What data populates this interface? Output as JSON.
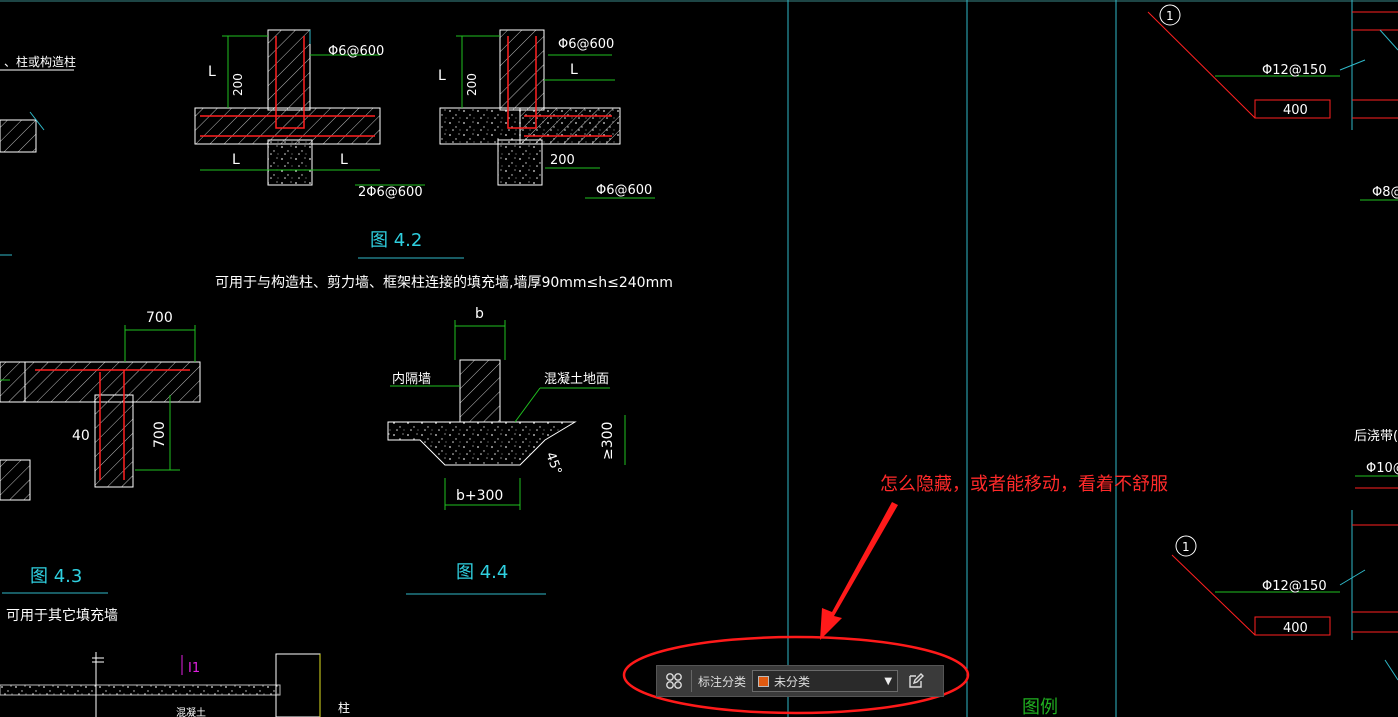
{
  "drawing": {
    "fig42": {
      "title": "图 4.2",
      "caption": "可用于与构造柱、剪力墙、框架柱连接的填充墙,墙厚90mm≤h≤240mm",
      "dim_200": "200",
      "dim_L": "L",
      "rebar_600": "Φ6@600",
      "rebar_2_600": "2Φ6@600"
    },
    "fig43": {
      "title": "图 4.3",
      "caption": "可用于其它填充墙",
      "dim_700": "700",
      "dim_40": "40"
    },
    "fig44": {
      "title": "图 4.4",
      "dim_b": "b",
      "dim_b300": "b+300",
      "dim_300": "≥300",
      "angle": "45°",
      "label_wall": "内隔墙",
      "label_floor": "混凝土地面"
    },
    "left_fragment": "、柱或构造柱",
    "bottom_label_a": "I1",
    "bottom_label_b": "柱",
    "bottom_label_c": "混凝土",
    "right": {
      "circle_1": "1",
      "rebar_150": "Φ12@150",
      "dim_400": "400",
      "rebar_8": "Φ8@",
      "label_pour": "后浇带(墙",
      "rebar_10": "Φ10@"
    },
    "legend_label": "图例"
  },
  "toolbar": {
    "label": "标注分类",
    "selected": "未分类",
    "swatch_color": "#e05a10"
  },
  "callout": {
    "text": "怎么隐藏，或者能移动，看着不舒服",
    "color": "#ff2a2a"
  },
  "icons": {
    "grid": "grid-icon",
    "dropdown": "chevron-down-icon",
    "edit": "edit-icon"
  }
}
